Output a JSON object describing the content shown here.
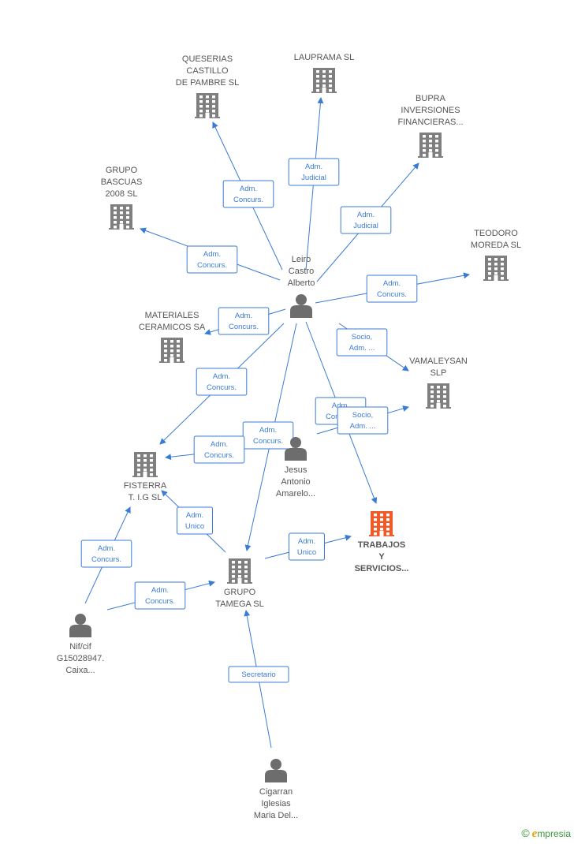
{
  "colors": {
    "edge": "#3a7bd5",
    "company": "#7f7f7f",
    "focus": "#f05a28",
    "person": "#6d6d6d"
  },
  "nodes": [
    {
      "id": "queserias",
      "type": "company",
      "label": [
        "QUESERIAS",
        "CASTILLO",
        "DE PAMBRE SL"
      ]
    },
    {
      "id": "lauprama",
      "type": "company",
      "label": [
        "LAUPRAMA SL"
      ]
    },
    {
      "id": "bupra",
      "type": "company",
      "label": [
        "BUPRA",
        "INVERSIONES",
        "FINANCIERAS..."
      ]
    },
    {
      "id": "bascuas",
      "type": "company",
      "label": [
        "GRUPO",
        "BASCUAS",
        "2008 SL"
      ]
    },
    {
      "id": "teodoro",
      "type": "company",
      "label": [
        "TEODORO",
        "MOREDA SL"
      ]
    },
    {
      "id": "leiro",
      "type": "person",
      "label": [
        "Leiro",
        "Castro",
        "Alberto"
      ]
    },
    {
      "id": "materiales",
      "type": "company",
      "label": [
        "MATERIALES",
        "CERAMICOS SA"
      ]
    },
    {
      "id": "vamaleysan",
      "type": "company",
      "label": [
        "VAMALEYSAN",
        "SLP"
      ]
    },
    {
      "id": "jesus",
      "type": "person",
      "label": [
        "Jesus",
        "Antonio",
        "Amarelo..."
      ]
    },
    {
      "id": "fisterra",
      "type": "company",
      "label": [
        "FISTERRA",
        "T. I.G SL"
      ]
    },
    {
      "id": "trabajos",
      "type": "focus",
      "label": [
        "TRABAJOS",
        "Y",
        "SERVICIOS..."
      ]
    },
    {
      "id": "tamega",
      "type": "company",
      "label": [
        "GRUPO",
        "TAMEGA SL"
      ]
    },
    {
      "id": "nif",
      "type": "person",
      "label": [
        "Nif/cif",
        "G15028947.",
        "Caixa..."
      ]
    },
    {
      "id": "cigarran",
      "type": "person",
      "label": [
        "Cigarran",
        "Iglesias",
        "Maria Del..."
      ]
    }
  ],
  "edges": [
    {
      "from": "leiro",
      "to": "queserias",
      "label": [
        "Adm.",
        "Concurs."
      ]
    },
    {
      "from": "leiro",
      "to": "lauprama",
      "label": [
        "Adm.",
        "Judicial"
      ]
    },
    {
      "from": "leiro",
      "to": "bupra",
      "label": [
        "Adm.",
        "Judicial"
      ]
    },
    {
      "from": "leiro",
      "to": "bascuas",
      "label": [
        "Adm.",
        "Concurs."
      ]
    },
    {
      "from": "leiro",
      "to": "teodoro",
      "label": [
        "Adm.",
        "Concurs."
      ]
    },
    {
      "from": "leiro",
      "to": "materiales",
      "label": [
        "Adm.",
        "Concurs."
      ]
    },
    {
      "from": "leiro",
      "to": "vamaleysan",
      "label": [
        "Socio,",
        "Adm. ..."
      ]
    },
    {
      "from": "leiro",
      "to": "fisterra",
      "label": [
        "Adm.",
        "Concurs."
      ]
    },
    {
      "from": "leiro",
      "to": "trabajos",
      "label": [
        "Adm.",
        "Concurs."
      ]
    },
    {
      "from": "leiro",
      "to": "tamega",
      "label": [
        "Adm.",
        "Concurs."
      ]
    },
    {
      "from": "jesus",
      "to": "vamaleysan",
      "label": [
        "Socio,",
        "Adm. ..."
      ]
    },
    {
      "from": "jesus",
      "to": "fisterra",
      "label": [
        "Adm.",
        "Concurs."
      ]
    },
    {
      "from": "tamega",
      "to": "fisterra",
      "label": [
        "Adm.",
        "Unico"
      ]
    },
    {
      "from": "tamega",
      "to": "trabajos",
      "label": [
        "Adm.",
        "Unico"
      ]
    },
    {
      "from": "nif",
      "to": "fisterra",
      "label": [
        "Adm.",
        "Concurs."
      ]
    },
    {
      "from": "nif",
      "to": "tamega",
      "label": [
        "Adm.",
        "Concurs."
      ]
    },
    {
      "from": "cigarran",
      "to": "tamega",
      "label": [
        "Secretario"
      ]
    }
  ],
  "brand": {
    "copyright": "©",
    "name": "mpresia",
    "initial": "e"
  }
}
